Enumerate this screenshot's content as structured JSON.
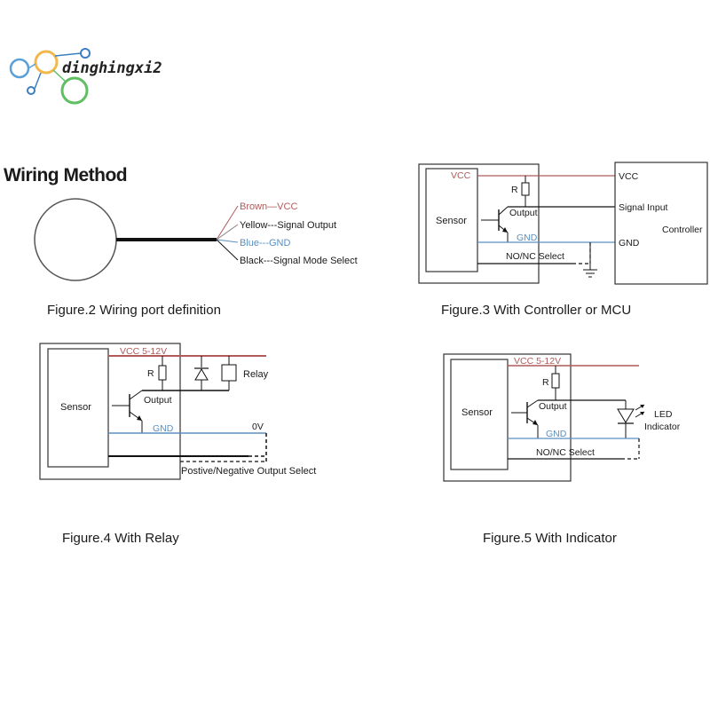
{
  "watermark": {
    "text": "dinghingxi2"
  },
  "title": "Wiring Method",
  "colors": {
    "vcc": "#b05a5a",
    "gnd": "#5b8fc0",
    "wire": "#111111",
    "box": "#444444"
  },
  "figure2": {
    "caption": "Figure.2 Wiring port definition",
    "wires": [
      {
        "text": "Brown—VCC",
        "color": "#b05a5a"
      },
      {
        "text": "Yellow---Signal Output",
        "color": "#1a1a1a"
      },
      {
        "text": "Blue---GND",
        "color": "#5b8fc0"
      },
      {
        "text": "Black---Signal Mode Select",
        "color": "#1a1a1a"
      }
    ]
  },
  "figure3": {
    "caption": "Figure.3 With Controller or MCU",
    "sensor": "Sensor",
    "vcc": "VCC",
    "r": "R",
    "output": "Output",
    "gnd": "GND",
    "nonc": "NO/NC Select",
    "controller": "Controller",
    "ctrl_vcc": "VCC",
    "ctrl_signal": "Signal Input",
    "ctrl_gnd": "GND"
  },
  "figure4": {
    "caption": "Figure.4 With Relay",
    "sensor": "Sensor",
    "vcc": "VCC 5-12V",
    "r": "R",
    "relay": "Relay",
    "output": "Output",
    "gnd": "GND",
    "zero_v": "0V",
    "select": "Postive/Negative Output Select"
  },
  "figure5": {
    "caption": "Figure.5 With Indicator",
    "sensor": "Sensor",
    "vcc": "VCC 5-12V",
    "r": "R",
    "output": "Output",
    "gnd": "GND",
    "nonc": "NO/NC Select",
    "led": "LED",
    "indicator": "Indicator"
  }
}
